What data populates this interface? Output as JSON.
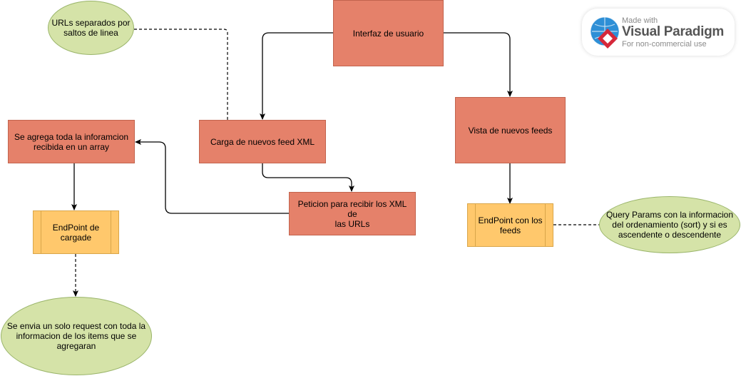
{
  "nodes": {
    "urls_note": "URLs separados por\nsaltos de linea",
    "interfaz": "Interfaz de usuario",
    "agrega_info": "Se agrega toda la inforamcion\nrecibida en un array",
    "carga_feed": "Carga de nuevos feed XML",
    "vista_feeds": "Vista de nuevos feeds",
    "peticion": "Peticion para recibir los XML de\nlas URLs",
    "endpoint_cargade": "EndPoint de\ncargade",
    "endpoint_feeds": "EndPoint con los\nfeeds",
    "query_params": "Query Params con la informacion\ndel ordenamiento (sort) y si es\nascendente o descendente",
    "request_note": "Se envia un solo request con toda la\ninformacion de los items que se\nagregaran"
  },
  "watermark": {
    "line1": "Made with",
    "line2": "Visual Paradigm",
    "line3": "For non-commercial use"
  },
  "colors": {
    "process": "#e5816a",
    "note": "#d5e3a8",
    "endpoint": "#ffc86c"
  }
}
